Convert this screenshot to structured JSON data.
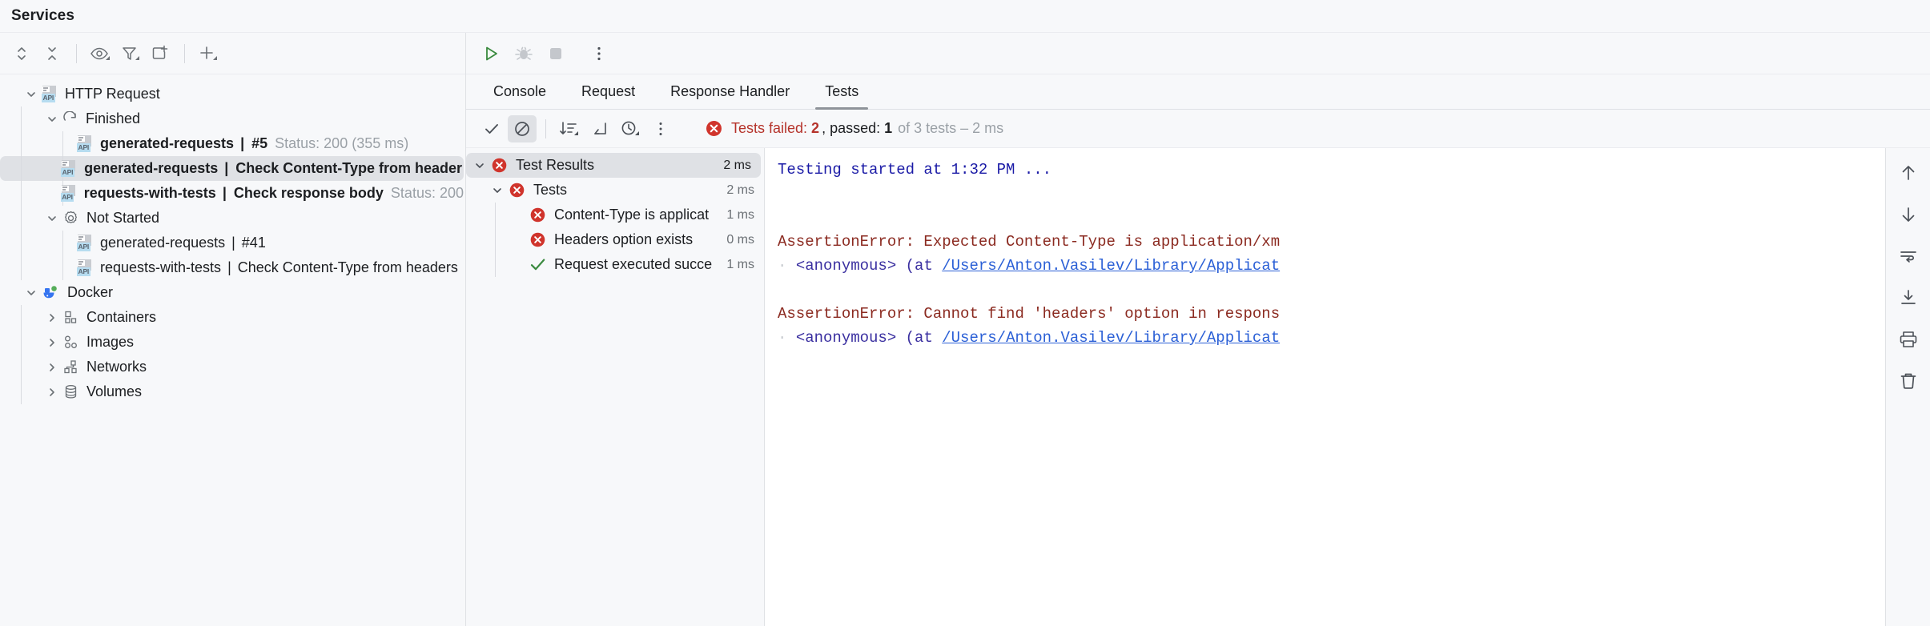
{
  "window": {
    "title": "Services"
  },
  "left_toolbar": {
    "buttons": [
      {
        "name": "expand-collapse-icon",
        "label": "Expand/Collapse"
      },
      {
        "name": "collapse-all-icon",
        "label": "Collapse All"
      },
      {
        "name": "eye-icon",
        "label": "Show/Hide"
      },
      {
        "name": "filter-icon",
        "label": "Filter"
      },
      {
        "name": "add-tab-icon",
        "label": "Open in New Tab"
      },
      {
        "name": "plus-icon",
        "label": "Add Service"
      }
    ]
  },
  "tree": {
    "nodes": [
      {
        "id": "http-request",
        "label": "HTTP Request",
        "icon": "api-file-icon",
        "expanded": true,
        "depth": 0
      },
      {
        "id": "finished",
        "label": "Finished",
        "icon": "rerun-icon",
        "expanded": true,
        "depth": 1
      },
      {
        "id": "finished-1",
        "icon": "api-file-icon",
        "depth": 2,
        "bold_label": "generated-requests",
        "separator": "|",
        "secondary": "#5",
        "secondary_bold": true,
        "status": "Status: 200 (355 ms)",
        "selected": false
      },
      {
        "id": "finished-2",
        "icon": "api-file-icon",
        "depth": 2,
        "bold_label": "generated-requests",
        "separator": "|",
        "secondary": "Check Content-Type from header",
        "secondary_bold": true,
        "status": "",
        "selected": true
      },
      {
        "id": "finished-3",
        "icon": "api-file-icon",
        "depth": 2,
        "bold_label": "requests-with-tests",
        "separator": "|",
        "secondary": "Check response body",
        "secondary_bold": true,
        "status": "Status: 200",
        "selected": false
      },
      {
        "id": "not-started",
        "label": "Not Started",
        "icon": "gear-icon",
        "expanded": true,
        "depth": 1
      },
      {
        "id": "notstarted-1",
        "icon": "api-file-icon",
        "depth": 2,
        "bold_label": "",
        "plain_label": "generated-requests",
        "separator": "|",
        "secondary": "#41",
        "secondary_bold": false,
        "status": "",
        "selected": false
      },
      {
        "id": "notstarted-2",
        "icon": "api-file-icon",
        "depth": 2,
        "bold_label": "",
        "plain_label": "requests-with-tests",
        "separator": "|",
        "secondary": "Check Content-Type from headers",
        "secondary_bold": false,
        "status": "",
        "selected": false
      },
      {
        "id": "docker",
        "label": "Docker",
        "icon": "docker-icon",
        "expanded": true,
        "depth": 0
      },
      {
        "id": "containers",
        "label": "Containers",
        "icon": "containers-icon",
        "expanded": false,
        "depth": 1
      },
      {
        "id": "images",
        "label": "Images",
        "icon": "images-icon",
        "expanded": false,
        "depth": 1
      },
      {
        "id": "networks",
        "label": "Networks",
        "icon": "networks-icon",
        "expanded": false,
        "depth": 1
      },
      {
        "id": "volumes",
        "label": "Volumes",
        "icon": "volumes-icon",
        "expanded": false,
        "depth": 1
      }
    ]
  },
  "run_toolbar": {
    "buttons": [
      {
        "name": "run-icon",
        "label": "Run"
      },
      {
        "name": "debug-icon",
        "label": "Debug"
      },
      {
        "name": "stop-icon",
        "label": "Stop"
      },
      {
        "name": "more-vertical-icon",
        "label": "More"
      }
    ]
  },
  "tabs": {
    "items": [
      {
        "label": "Console",
        "active": false
      },
      {
        "label": "Request",
        "active": false
      },
      {
        "label": "Response Handler",
        "active": false
      },
      {
        "label": "Tests",
        "active": true
      }
    ]
  },
  "test_toolbar": {
    "buttons": [
      {
        "name": "show-passed-icon",
        "label": "Show Passed"
      },
      {
        "name": "hide-ignored-icon",
        "label": "Hide Ignored"
      },
      {
        "name": "sort-icon",
        "label": "Sort by Duration"
      },
      {
        "name": "expand-arrow-icon",
        "label": "Collapse"
      },
      {
        "name": "history-icon",
        "label": "Test History"
      },
      {
        "name": "more-vertical-icon",
        "label": "More"
      }
    ]
  },
  "summary": {
    "status_icon": "error-icon",
    "failed_prefix": "Tests failed:",
    "failed_count": "2",
    "passed_prefix": ", passed:",
    "passed_count": "1",
    "of_text": "of 3 tests – 2 ms"
  },
  "test_tree": {
    "rows": [
      {
        "label": "Test Results",
        "time": "2 ms",
        "status": "error",
        "depth": 0,
        "expanded": true,
        "selected": true
      },
      {
        "label": "Tests",
        "time": "2 ms",
        "status": "error",
        "depth": 1,
        "expanded": true,
        "selected": false
      },
      {
        "label": "Content-Type is applicat",
        "time": "1 ms",
        "status": "error",
        "depth": 2,
        "expanded": false,
        "selected": false
      },
      {
        "label": "Headers option exists",
        "time": "0 ms",
        "status": "error",
        "depth": 2,
        "expanded": false,
        "selected": false
      },
      {
        "label": "Request executed succe",
        "time": "1 ms",
        "status": "pass",
        "depth": 2,
        "expanded": false,
        "selected": false
      }
    ]
  },
  "console": {
    "lines": [
      {
        "type": "info",
        "text": "Testing started at 1:32 PM ..."
      },
      {
        "type": "blank",
        "text": ""
      },
      {
        "type": "blank",
        "text": ""
      },
      {
        "type": "error",
        "text": "AssertionError: Expected Content-Type is application/xm"
      },
      {
        "type": "trace",
        "prefix": "<anonymous> (at ",
        "link": "/Users/Anton.Vasilev/Library/Applicat"
      },
      {
        "type": "blank",
        "text": ""
      },
      {
        "type": "error",
        "text": "AssertionError: Cannot find 'headers' option in respons"
      },
      {
        "type": "trace",
        "prefix": "<anonymous> (at ",
        "link": "/Users/Anton.Vasilev/Library/Applicat"
      }
    ]
  },
  "side_rail": {
    "buttons": [
      {
        "name": "arrow-up-icon",
        "label": "Previous Occurrence"
      },
      {
        "name": "arrow-down-icon",
        "label": "Next Occurrence"
      },
      {
        "name": "soft-wrap-icon",
        "label": "Soft-Wrap"
      },
      {
        "name": "scroll-to-end-icon",
        "label": "Scroll to End"
      },
      {
        "name": "print-icon",
        "label": "Print"
      },
      {
        "name": "trash-icon",
        "label": "Clear All"
      }
    ]
  },
  "colors": {
    "error_red": "#d0342c",
    "pass_green": "#3a8a3f",
    "accent_blue": "#3574f0",
    "selection": "#dfe1e5"
  }
}
